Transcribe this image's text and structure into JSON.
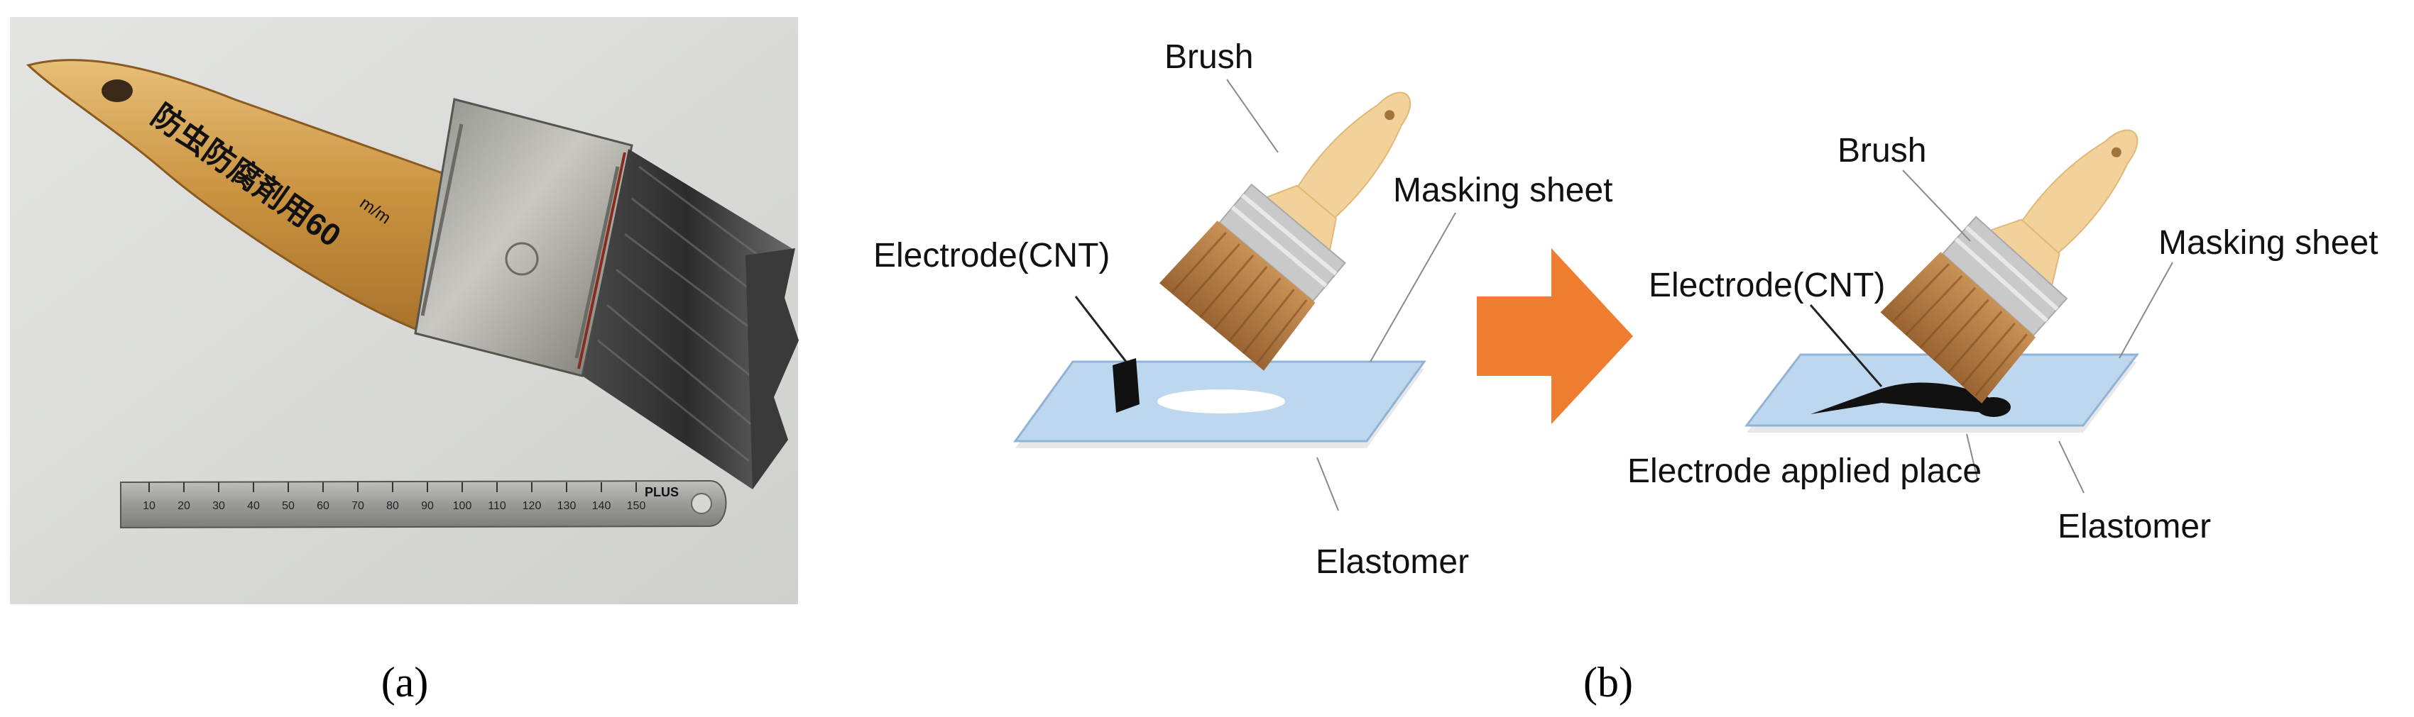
{
  "panel_a": {
    "caption": "(a)",
    "brush_handle_text": "防虫防腐剤用60",
    "brush_handle_unit": "m/m",
    "ruler_brand": "PLUS",
    "ruler_ticks": [
      "10",
      "20",
      "30",
      "40",
      "50",
      "60",
      "70",
      "80",
      "90",
      "100",
      "110",
      "120",
      "130",
      "140",
      "150"
    ]
  },
  "panel_b": {
    "caption": "(b)",
    "left": {
      "brush": "Brush",
      "masking_sheet": "Masking sheet",
      "electrode": "Electrode(CNT)",
      "elastomer": "Elastomer"
    },
    "right": {
      "brush": "Brush",
      "masking_sheet": "Masking sheet",
      "electrode": "Electrode(CNT)",
      "applied_place": "Electrode applied place",
      "elastomer": "Elastomer"
    }
  },
  "colors": {
    "arrow": "#EF7D2F",
    "sheet": "#BDD7EE",
    "sheet_edge": "#8FB4D6",
    "elastomer": "#E8E8E8",
    "bristles": "#B07A43",
    "handle": "#F3D19A",
    "ferrule": "#C9C9C9"
  }
}
